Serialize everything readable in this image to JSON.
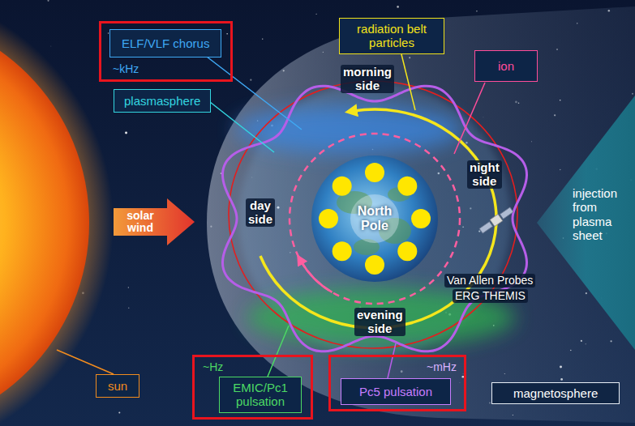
{
  "diagram": {
    "nodes": [
      {
        "text": [
          "~kHz"
        ]
      },
      {
        "text": [
          "ELF/VLF chorus"
        ],
        "in": 0
      },
      {
        "text": [
          "radiation belt particles"
        ]
      },
      {
        "text": [
          "plasmasphere"
        ]
      },
      {
        "text": [
          "ion"
        ]
      },
      {
        "text": [
          "solar wind"
        ]
      },
      {
        "text": [
          "North Pole"
        ]
      },
      {
        "text": [
          "injection from plasma sheet"
        ]
      },
      {
        "text": [
          "sun"
        ]
      },
      {
        "text": [
          "~Hz"
        ]
      },
      {
        "text": [
          "EMIC/Pc1 pulsation"
        ],
        "in": 9
      },
      {
        "text": [
          "~mHz"
        ]
      },
      {
        "text": [
          "Pc5 pulsation"
        ],
        "in": 11
      },
      {
        "text": [
          "magnetosphere"
        ]
      }
    ],
    "labels": [
      "morning side",
      "night side",
      "day side",
      "evening side",
      "Van Allen Probes",
      "ERG THEMIS"
    ]
  }
}
